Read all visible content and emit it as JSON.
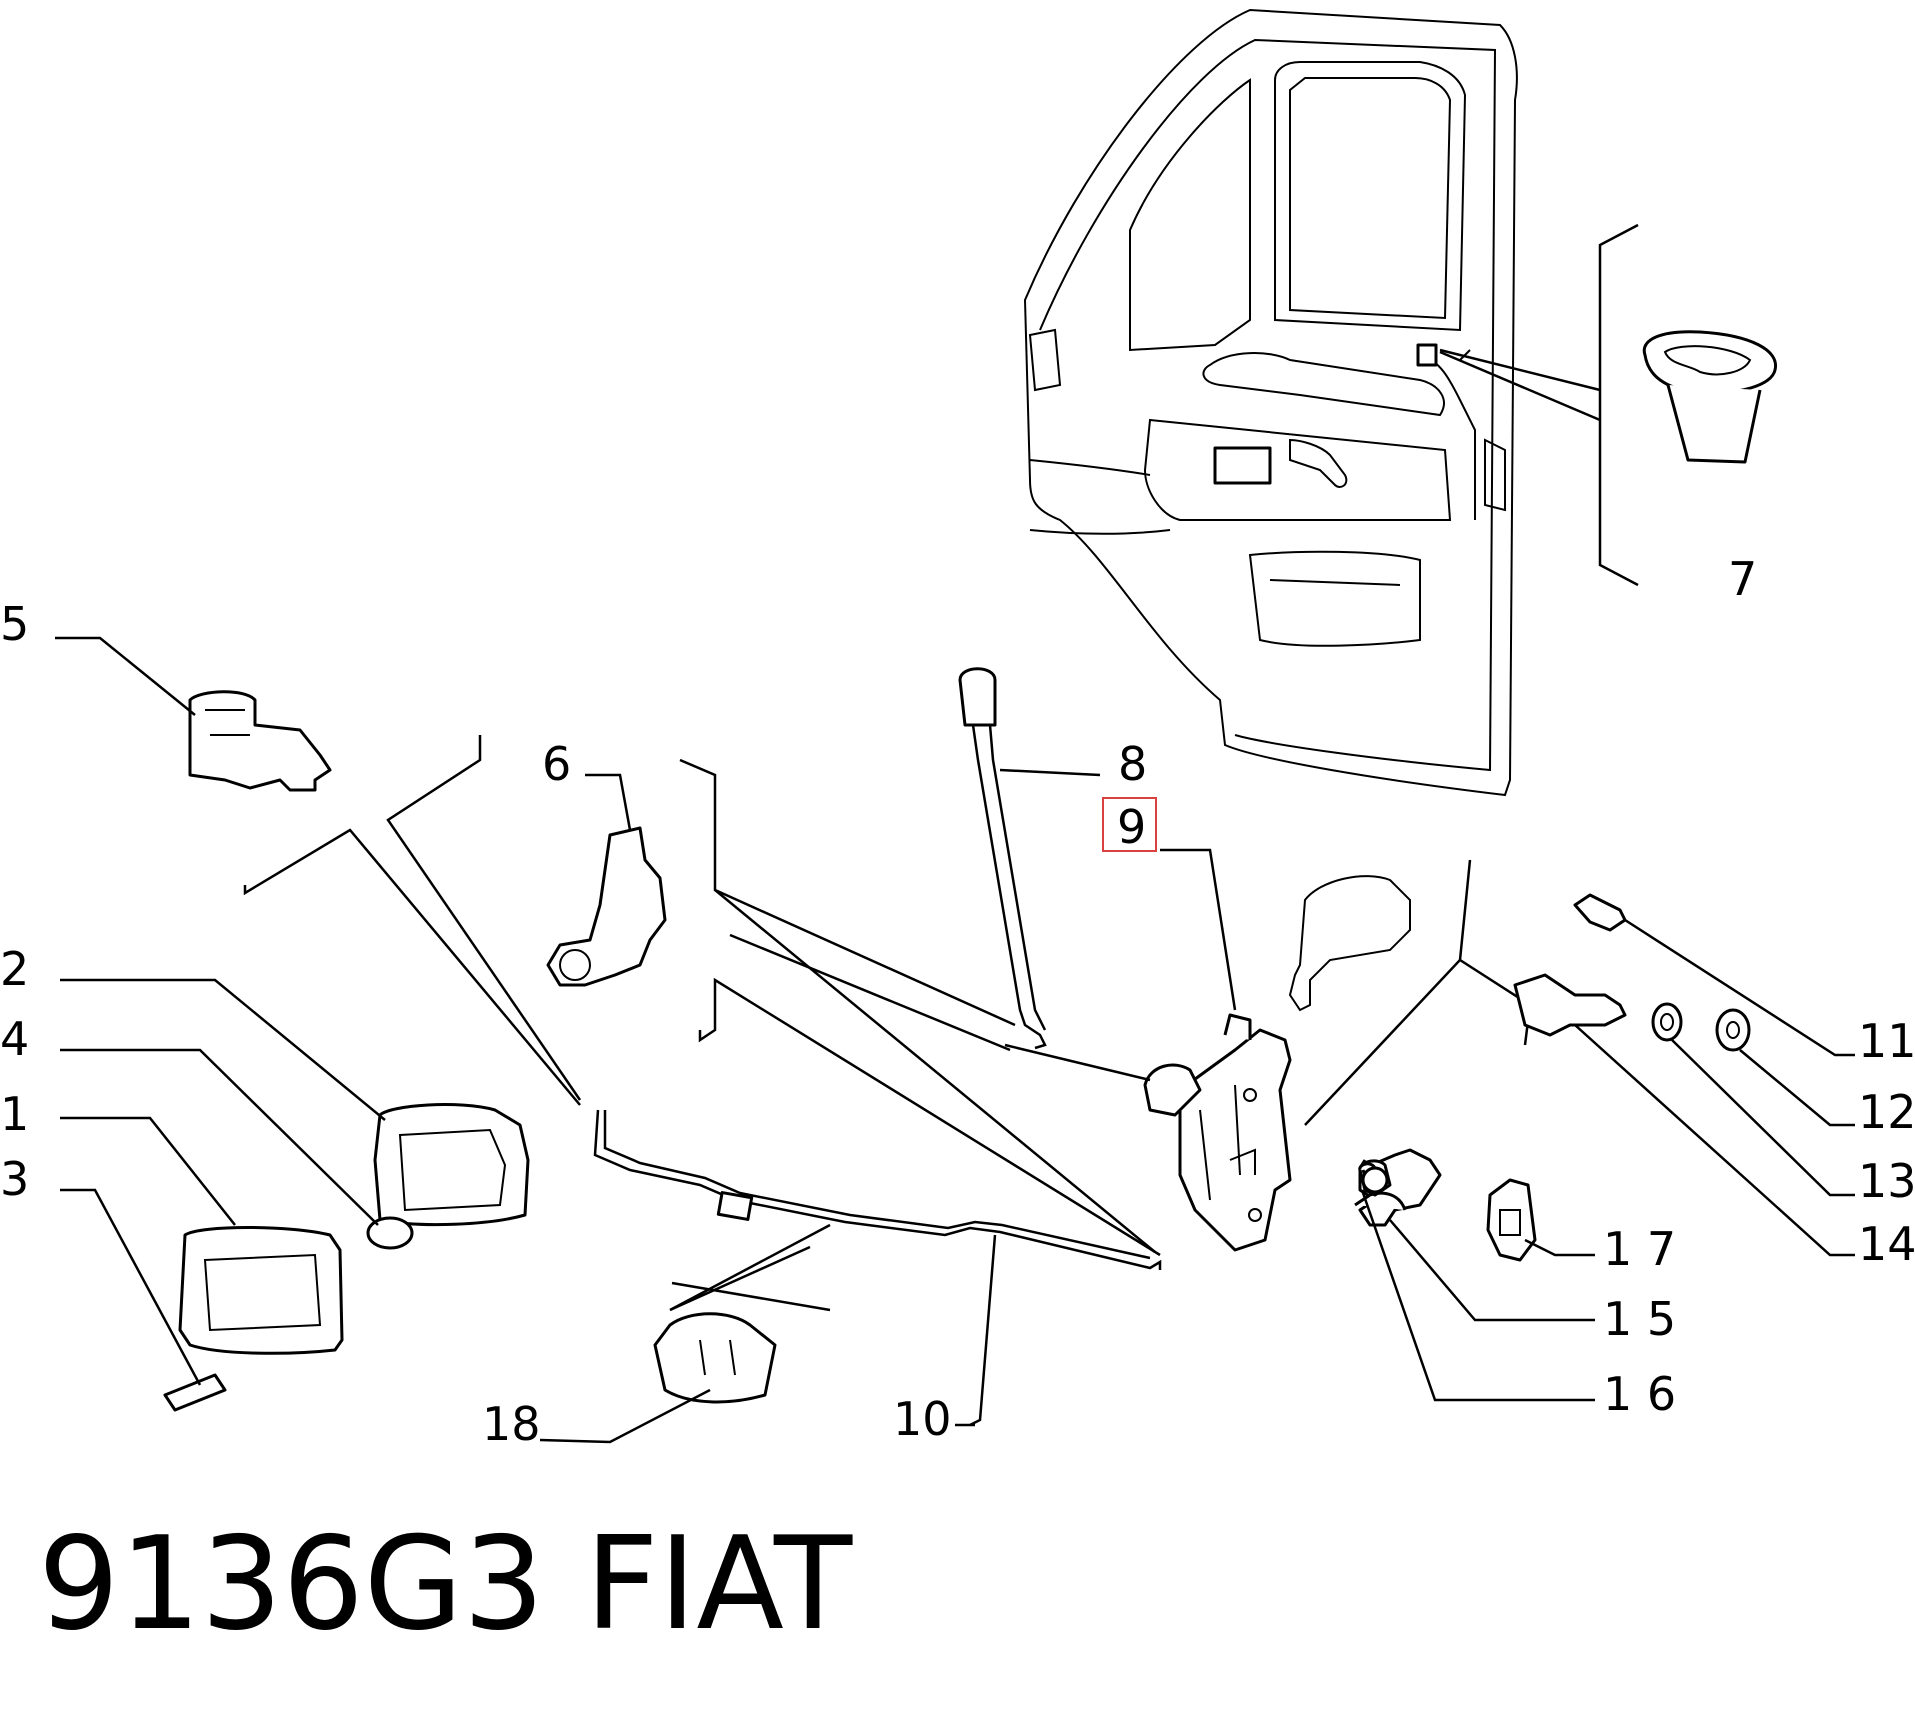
{
  "callouts": {
    "c1": "1",
    "c2": "2",
    "c3": "3",
    "c4": "4",
    "c5": "5",
    "c6": "6",
    "c7": "7",
    "c8": "8",
    "c9": "9",
    "c10": "10",
    "c11": "11",
    "c12": "12",
    "c13": "13",
    "c14": "14",
    "c15": "1 5",
    "c16": "1 6",
    "c17": "1 7",
    "c18": "18"
  },
  "footer": {
    "code": "9136G3",
    "brand": "FIAT"
  },
  "highlight": {
    "color": "#d94040"
  }
}
